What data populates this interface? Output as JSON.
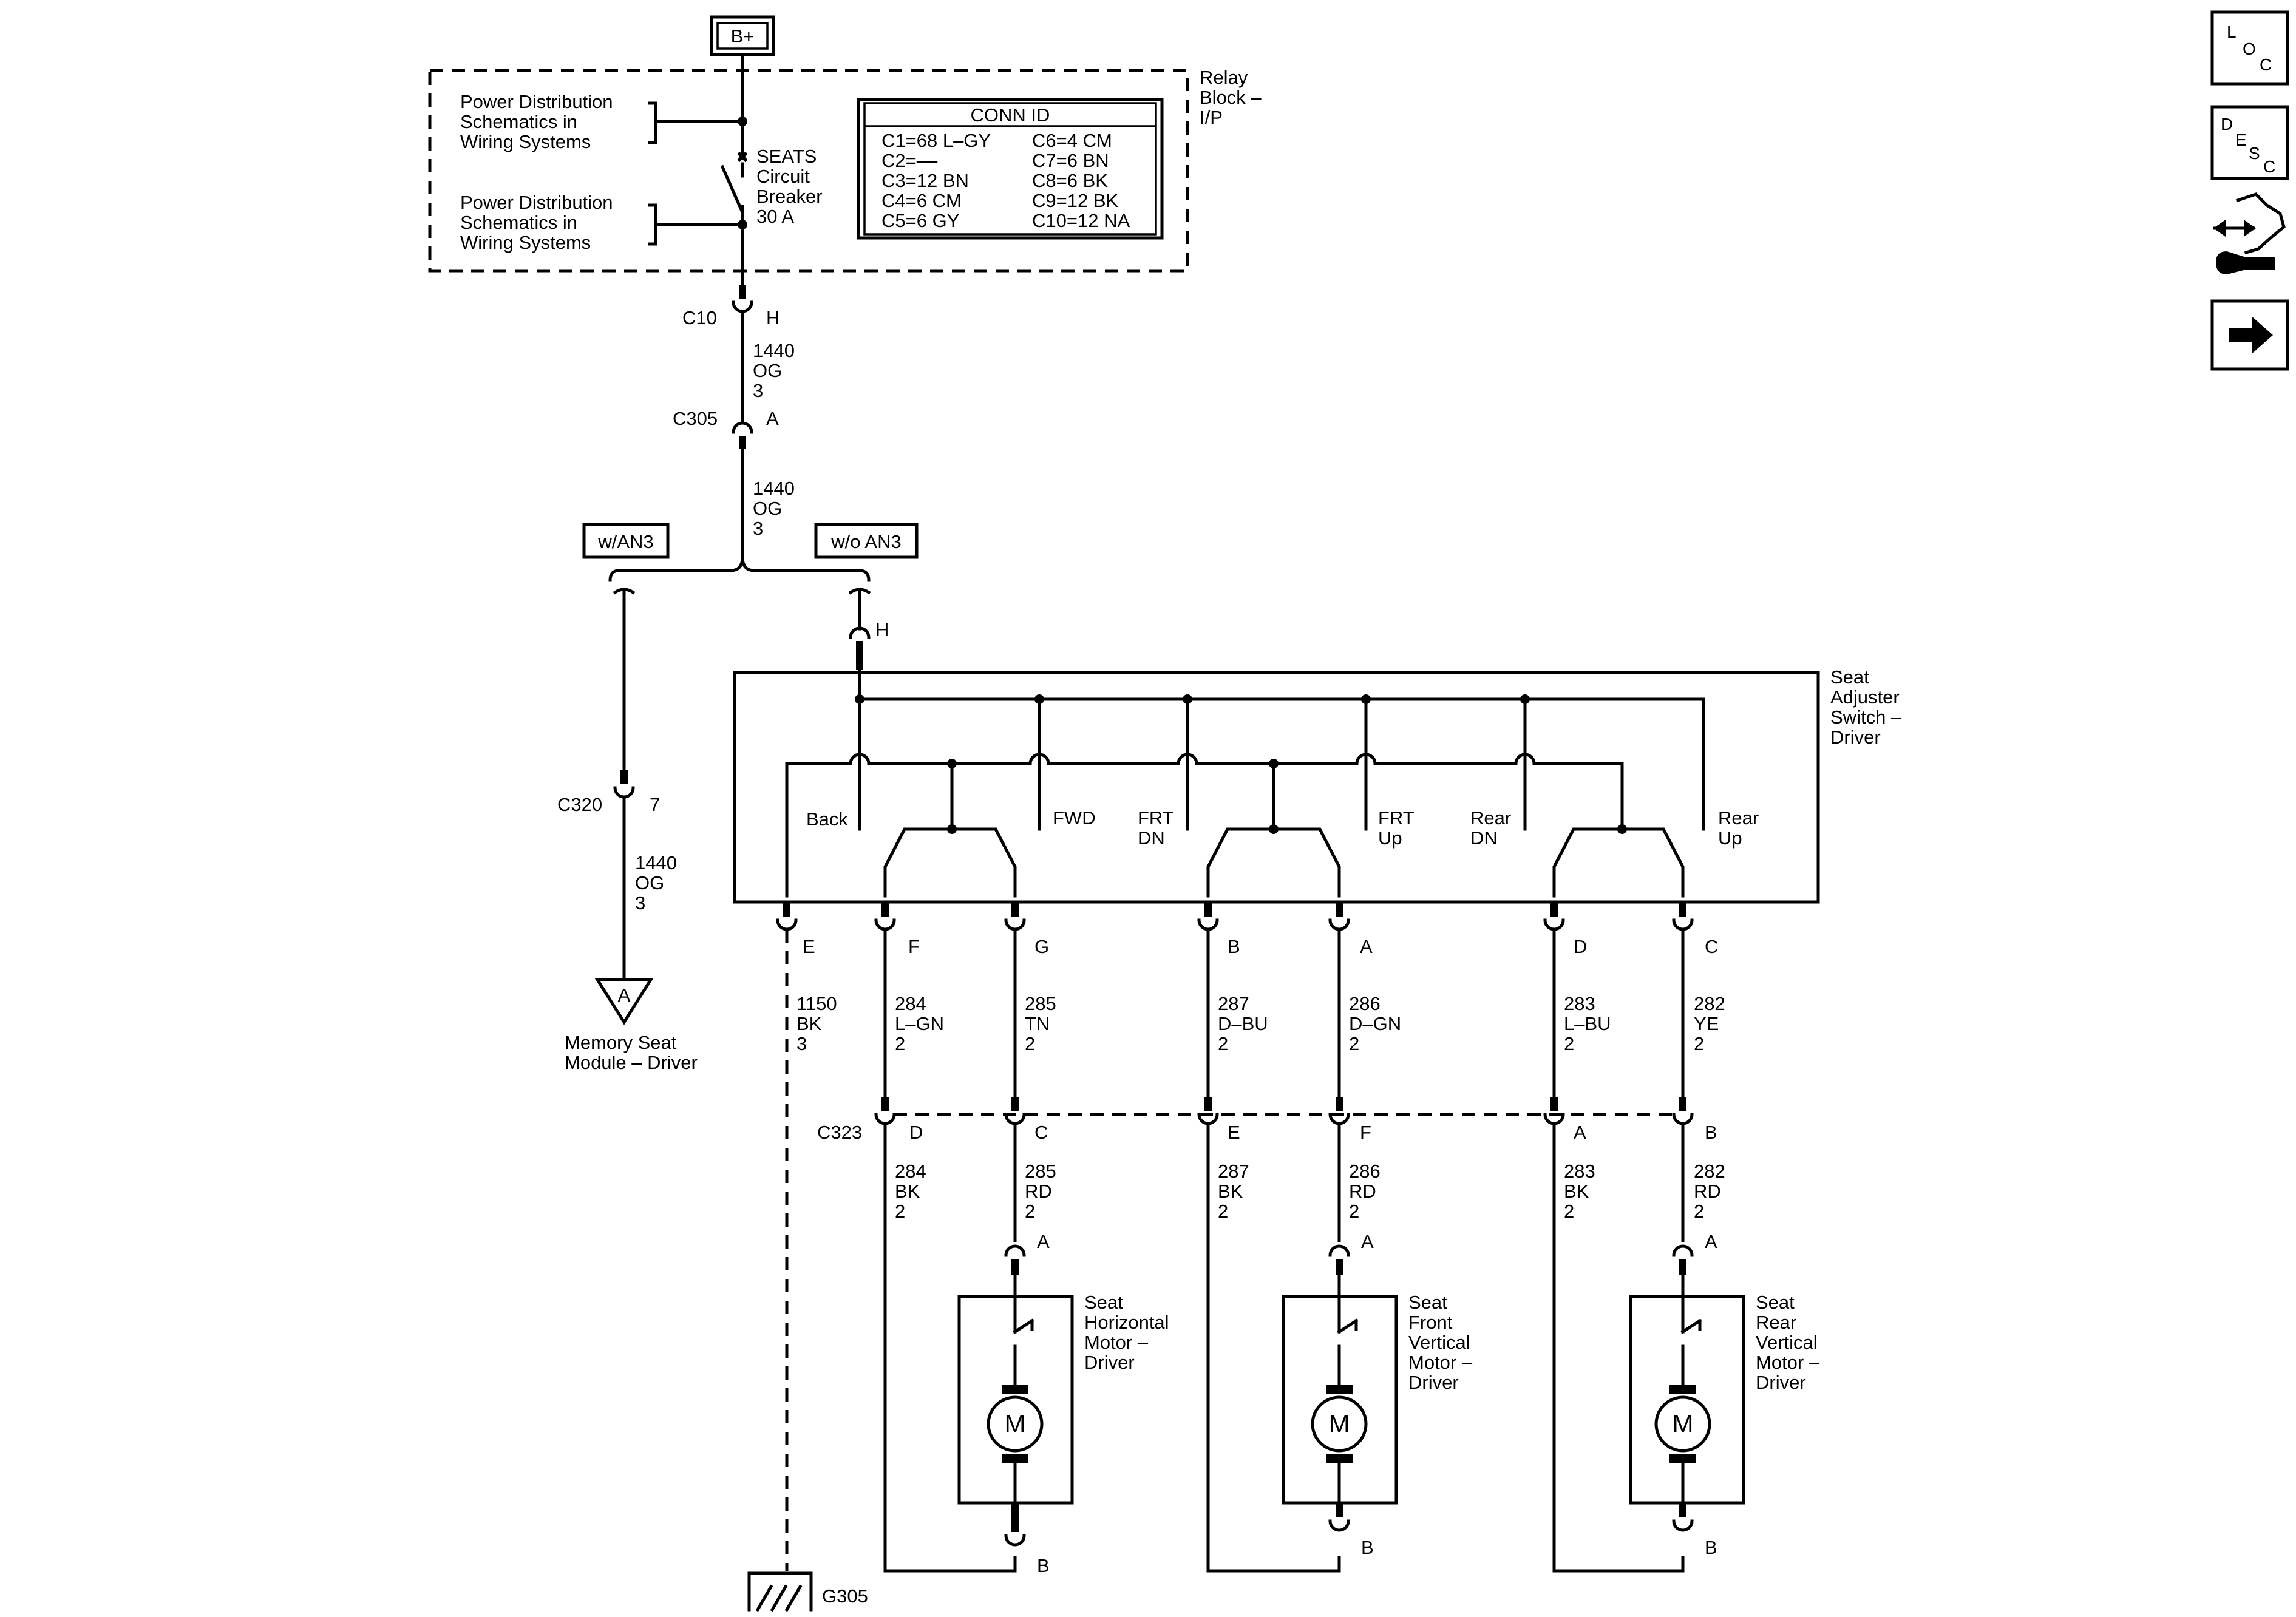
{
  "power_source": "B+",
  "relay_block": {
    "label": [
      "Relay",
      "Block –",
      "I/P"
    ],
    "power_dist_ref_1": [
      "Power Distribution",
      "Schematics in",
      "Wiring Systems"
    ],
    "power_dist_ref_2": [
      "Power Distribution",
      "Schematics in",
      "Wiring Systems"
    ],
    "breaker": [
      "SEATS",
      "Circuit",
      "Breaker",
      "30 A"
    ],
    "conn_id": {
      "title": "CONN ID",
      "left": [
        "C1=68 L–GY",
        "C2=––",
        "C3=12 BN",
        "C4=6 CM",
        "C5=6 GY"
      ],
      "right": [
        "C6=4 CM",
        "C7=6 BN",
        "C8=6 BK",
        "C9=12 BK",
        "C10=12 NA"
      ]
    }
  },
  "connectors": {
    "c10": "C10",
    "c10_pin": "H",
    "c305": "C305",
    "c305_pin": "A",
    "c320": "C320",
    "c320_pin": "7",
    "c323": "C323",
    "switch_h_pin": "H"
  },
  "wires": {
    "w1440_a": [
      "1440",
      "OG",
      "3"
    ],
    "w1440_b": [
      "1440",
      "OG",
      "3"
    ],
    "w1440_c": [
      "1440",
      "OG",
      "3"
    ]
  },
  "options": {
    "with": "w/AN3",
    "without": "w/o AN3"
  },
  "memory_module": {
    "ref": "A",
    "label": [
      "Memory Seat",
      "Module – Driver"
    ]
  },
  "switch": {
    "label": [
      "Seat",
      "Adjuster",
      "Switch –",
      "Driver"
    ],
    "positions": {
      "back": [
        "Back"
      ],
      "fwd": [
        "FWD"
      ],
      "frt_dn": [
        "FRT",
        "DN"
      ],
      "frt_up": [
        "FRT",
        "Up"
      ],
      "rear_dn": [
        "Rear",
        "DN"
      ],
      "rear_up": [
        "Rear",
        "Up"
      ]
    },
    "pins": [
      "E",
      "F",
      "G",
      "B",
      "A",
      "D",
      "C"
    ]
  },
  "switch_wires": {
    "e": [
      "1150",
      "BK",
      "3"
    ],
    "f": [
      "284",
      "L–GN",
      "2"
    ],
    "g": [
      "285",
      "TN",
      "2"
    ],
    "b": [
      "287",
      "D–BU",
      "2"
    ],
    "a": [
      "286",
      "D–GN",
      "2"
    ],
    "d": [
      "283",
      "L–BU",
      "2"
    ],
    "c": [
      "282",
      "YE",
      "2"
    ]
  },
  "c323_pins": [
    "D",
    "C",
    "E",
    "F",
    "A",
    "B"
  ],
  "motor_wires": {
    "d": [
      "284",
      "BK",
      "2"
    ],
    "c": [
      "285",
      "RD",
      "2"
    ],
    "e": [
      "287",
      "BK",
      "2"
    ],
    "f": [
      "286",
      "RD",
      "2"
    ],
    "a": [
      "283",
      "BK",
      "2"
    ],
    "b": [
      "282",
      "RD",
      "2"
    ]
  },
  "motors": [
    {
      "label": [
        "Seat",
        "Horizontal",
        "Motor –",
        "Driver"
      ],
      "pin_top": "A",
      "pin_bottom": "B",
      "symbol": "M"
    },
    {
      "label": [
        "Seat",
        "Front",
        "Vertical",
        "Motor –",
        "Driver"
      ],
      "pin_top": "A",
      "pin_bottom": "B",
      "symbol": "M"
    },
    {
      "label": [
        "Seat",
        "Rear",
        "Vertical",
        "Motor –",
        "Driver"
      ],
      "pin_top": "A",
      "pin_bottom": "B",
      "symbol": "M"
    }
  ],
  "ground": "G305",
  "nav": {
    "loc": [
      "L",
      "O",
      "C"
    ],
    "desc": [
      "D",
      "E",
      "S",
      "C"
    ],
    "icons": [
      "location-icon",
      "description-icon",
      "connector-repair-icon",
      "next-arrow-icon"
    ]
  }
}
